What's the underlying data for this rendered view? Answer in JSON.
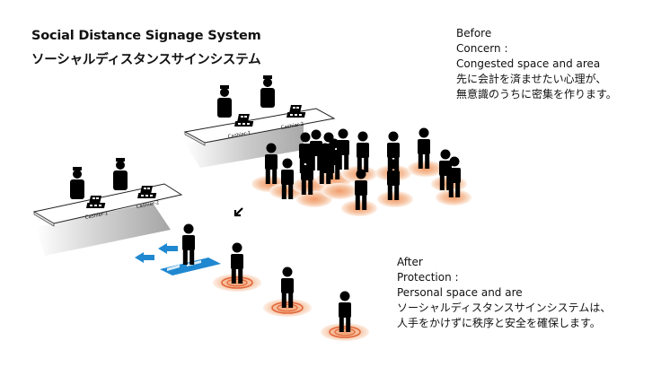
{
  "header": {
    "title_en": "Social Distance Signage System",
    "title_ja": "ソーシャルディスタンスサインシステム"
  },
  "before": {
    "heading": "Before",
    "subheading": "Concern :",
    "lines": [
      "Congested space and area",
      "先に会計を済ませたい心理が、",
      "無意識のうちに密集を作ります。"
    ]
  },
  "after": {
    "heading": "After",
    "subheading": "Protection :",
    "lines": [
      "Personal space and are",
      "ソーシャルディスタンスサインシステムは、",
      "人手をかけずに秩序と安全を確保します。"
    ]
  },
  "illustration": {
    "top_counter": {
      "labels": [
        "Cashier-1",
        "Cashier-2"
      ]
    },
    "bottom_counter": {
      "labels": [
        "Cashier-1",
        "Cashier-2"
      ]
    },
    "colors": {
      "dot_center": "#f3b086",
      "dot_edge": "#fbe8dc",
      "ring": "#e2663a",
      "arrow_blue": "#1f88d1",
      "shadow": "#bdbdbd"
    }
  }
}
